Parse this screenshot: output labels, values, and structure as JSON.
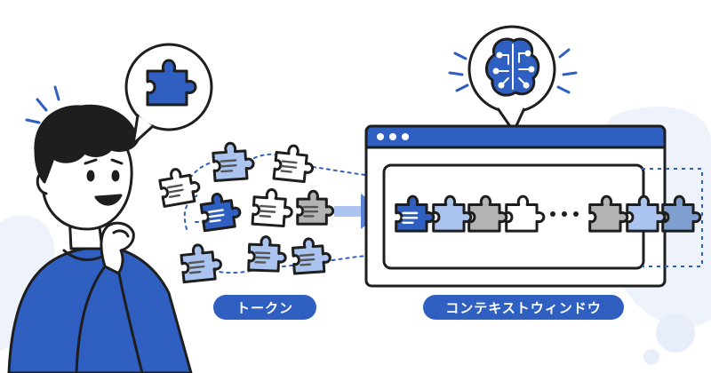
{
  "labels": {
    "tokens": "トークン",
    "context_window": "コンテキストウィンドウ"
  },
  "icons": {
    "thought": "puzzle-piece-icon",
    "ai": "brain-circuit-icon",
    "window_dots": "window-control-dots-icon",
    "flow": "arrow-right-icon",
    "ellipsis": "ellipsis-icon"
  },
  "colors": {
    "accent": "#2f5fc0",
    "light_blue": "#aac3ef",
    "mid_blue": "#7f9fd0",
    "gray": "#b3b3b3",
    "dark_gray": "#9a9a9a",
    "white": "#ffffff",
    "outline": "#1e1e1e",
    "background_blob": "#eef2fa"
  },
  "scattered_tokens": [
    {
      "fill": "light_blue",
      "lines": true
    },
    {
      "fill": "white",
      "lines": true
    },
    {
      "fill": "white",
      "lines": true
    },
    {
      "fill": "accent",
      "lines": true
    },
    {
      "fill": "white",
      "lines": true
    },
    {
      "fill": "gray",
      "lines": true
    },
    {
      "fill": "light_blue",
      "lines": true
    },
    {
      "fill": "light_blue",
      "lines": true
    },
    {
      "fill": "light_blue",
      "lines": true
    }
  ],
  "window_tokens": [
    {
      "fill": "accent",
      "lines": true
    },
    {
      "fill": "light_blue",
      "lines": false
    },
    {
      "fill": "gray",
      "lines": false
    },
    {
      "fill": "white",
      "lines": false
    },
    {
      "fill": "gray",
      "lines": false
    },
    {
      "fill": "light_blue",
      "lines": false
    },
    {
      "fill": "mid_blue",
      "lines": false
    }
  ]
}
